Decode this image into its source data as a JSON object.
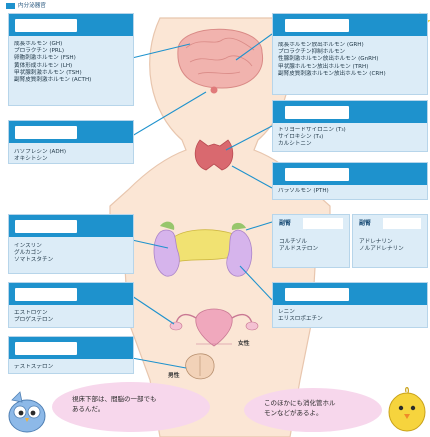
{
  "legend": {
    "label": "内分泌器官"
  },
  "boxes": {
    "pituitary_front": {
      "text": "成長ホルモン (GH)\nプロラクチン (PRL)\n卵胞刺激ホルモン (FSH)\n黄体形成ホルモン (LH)\n甲状腺刺激ホルモン (TSH)\n副腎皮質刺激ホルモン (ACTH)"
    },
    "hypothalamus": {
      "text": "成長ホルモン放出ホルモン (GRH)\nプロラクチン抑制ホルモン\n性腺刺激ホルモン放出ホルモン (GnRH)\n甲状腺ホルモン放出ホルモン (TRH)\n副腎皮質刺激ホルモン放出ホルモン (CRH)"
    },
    "pituitary_back": {
      "text": "バソプレシン (ADH)\nオキシトシン"
    },
    "thyroid": {
      "text": "トリヨードサイロニン (T₃)\nサイロキシン (T₄)\nカルシトニン"
    },
    "parathyroid": {
      "text": "パラソルモン (PTH)"
    },
    "pancreas": {
      "text": "インスリン\nグルカゴン\nソマトスタチン"
    },
    "ovary": {
      "text": "エストロゲン\nプロゲステロン"
    },
    "testis": {
      "text": "テストステロン"
    },
    "kidney": {
      "text": "レニン\nエリスロポエチン"
    }
  },
  "adrenal": {
    "cortex_tag": "副腎",
    "cortex_text": "コルチゾル\nアルドステロン",
    "medulla_tag": "副腎",
    "medulla_text": "アドレナリン\nノルアドレナリン"
  },
  "organ_labels": {
    "female": "女性",
    "male": "男性"
  },
  "bubbles": {
    "left": "視床下部は、間脳の一部でも\nあるんだ。",
    "right": "このほかにも消化管ホル\nモンなどがあるよ。"
  },
  "colors": {
    "header": "#1e92cd",
    "box_fill": "#dcecf7",
    "skin": "#fbe6d5",
    "leader": "#1e92cd",
    "bubble": "#f7d7ec"
  }
}
